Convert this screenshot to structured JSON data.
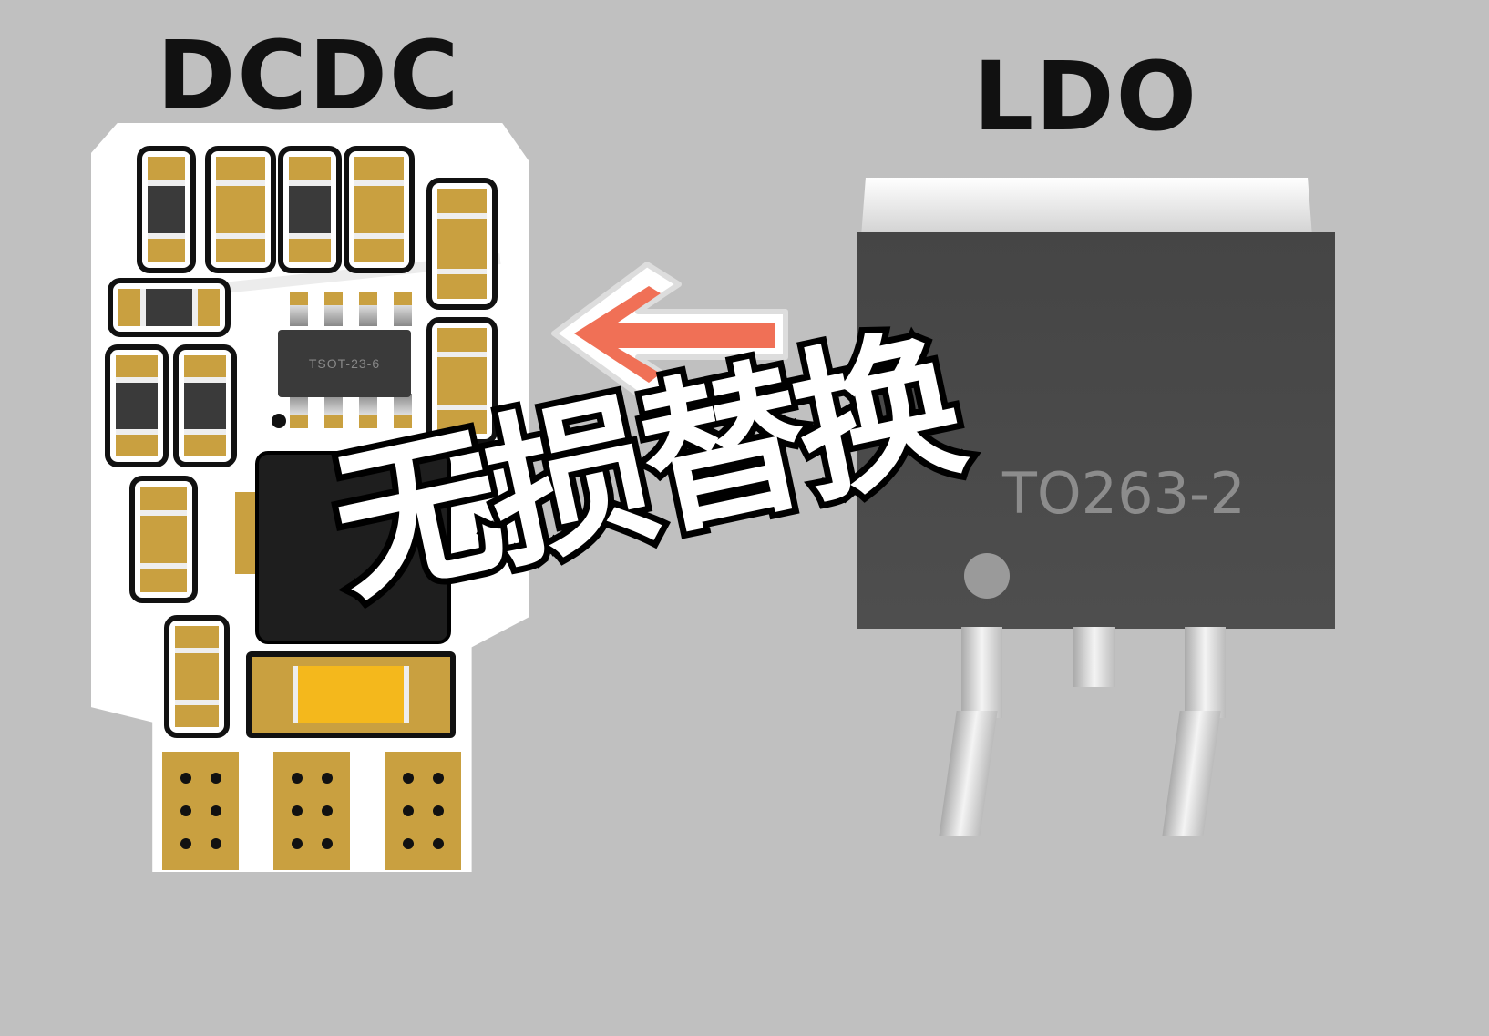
{
  "left_label": "DCDC",
  "right_label": "LDO",
  "dcdc_chip_marking": "TSOT-23-6",
  "ldo_package_marking": "TO263-2",
  "slogan": "无损替换",
  "colors": {
    "background": "#c0c0c0",
    "arrow": "#f07056",
    "pad_gold": "#c9a040",
    "ldo_body": "#4a4a4a"
  },
  "icons": [
    "left-arrow-icon"
  ]
}
